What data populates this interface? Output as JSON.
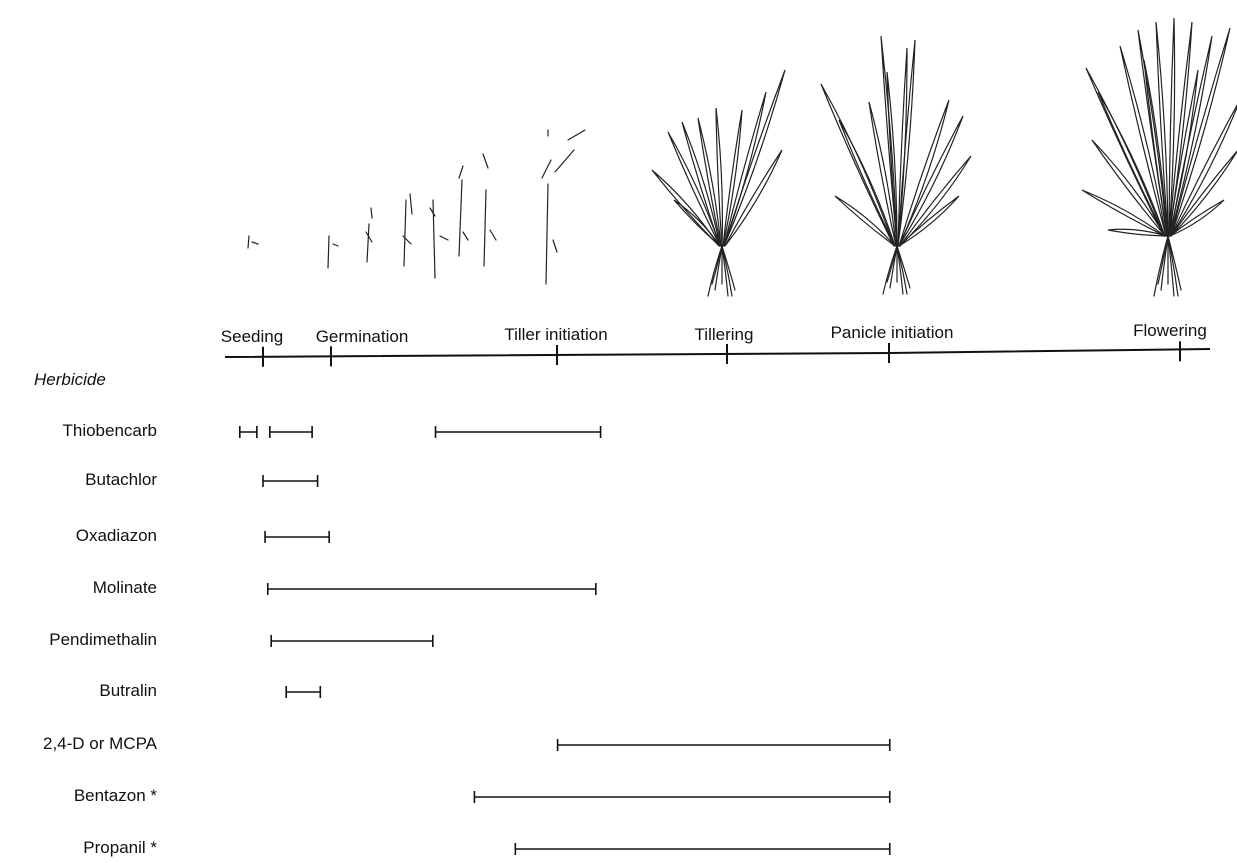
{
  "timeline": {
    "stages": [
      {
        "label": "Seeding"
      },
      {
        "label": "Germination"
      },
      {
        "label": "Tiller initiation"
      },
      {
        "label": "Tillering"
      },
      {
        "label": "Panicle initiation"
      },
      {
        "label": "Flowering"
      }
    ]
  },
  "herbicide_header": "Herbicide",
  "herbicides": [
    {
      "name": "Thiobencarb",
      "windows": [
        [
          -0.34,
          -0.09
        ],
        [
          0.1,
          0.72
        ],
        [
          2.53,
          4.95
        ]
      ]
    },
    {
      "name": "Butachlor",
      "windows": [
        [
          0.0,
          0.8
        ]
      ]
    },
    {
      "name": "Oxadiazon",
      "windows": [
        [
          0.03,
          0.97
        ]
      ]
    },
    {
      "name": "Molinate",
      "windows": [
        [
          0.07,
          4.88
        ]
      ]
    },
    {
      "name": "Pendimethalin",
      "windows": [
        [
          0.12,
          2.49
        ]
      ]
    },
    {
      "name": "Butralin",
      "windows": [
        [
          0.34,
          0.84
        ]
      ]
    },
    {
      "name": "2,4-D or MCPA",
      "windows": [
        [
          4.32,
          9.19
        ]
      ]
    },
    {
      "name": "Bentazon *",
      "windows": [
        [
          3.1,
          9.19
        ]
      ]
    },
    {
      "name": "Propanil *",
      "windows": [
        [
          3.7,
          9.19
        ]
      ]
    }
  ]
}
